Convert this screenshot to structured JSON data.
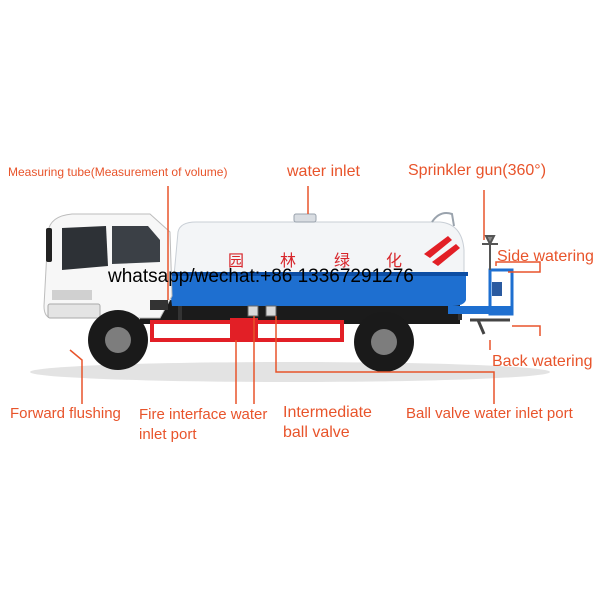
{
  "labels": {
    "measuring_tube": "Measuring tube(Measurement of volume)",
    "water_inlet": "water inlet",
    "sprinkler_gun": "Sprinkler gun(360°)",
    "side_watering": "Side watering",
    "back_watering": "Back watering",
    "forward_flushing": "Forward flushing",
    "fire_interface": "Fire interface water inlet port",
    "intermediate_ball_valve": "Intermediate ball valve",
    "ball_valve_inlet": "Ball valve water inlet port"
  },
  "tank_characters": [
    "园",
    "林",
    "绿",
    "化"
  ],
  "watermark": "whatsapp/wechat:+86 13367291276",
  "colors": {
    "label": "#e8542b",
    "leader_line": "#e8542b",
    "tank_blue": "#1e6fd0",
    "tank_white": "#f4f6f8",
    "cab_white": "#f7f7f7",
    "chassis_red": "#e21f26",
    "tank_text": "#d7262b"
  }
}
